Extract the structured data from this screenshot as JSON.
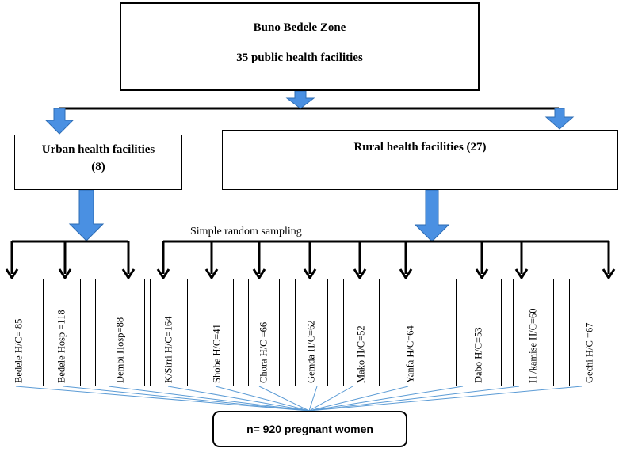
{
  "zone": {
    "title": "Buno Bedele Zone",
    "subtitle": "35 public health facilities"
  },
  "urban": {
    "title": "Urban health facilities",
    "count": "(8)"
  },
  "rural": {
    "title": "Rural health facilities (27)"
  },
  "sampling_label": "Simple random sampling",
  "facilities": [
    "Bedele H/C= 85",
    "Bedele Hosp =118",
    "Dembi Hosp=88",
    "K/Sirri H/C=164",
    "Shobe H/C=41",
    "Chora  H/C =66",
    "Gemda H/C=62",
    "Mako H/C=52",
    "Yanfa H/C=64",
    "Dabo H/C=53",
    "H /kamise H/C=60",
    "Gechi  H/C =67"
  ],
  "result": "n= 920 pregnant women",
  "colors": {
    "arrow_fill": "#4a90e2",
    "arrow_stroke": "#2e6db4",
    "lines": "#000000",
    "convergence_lines": "#5b9bd5"
  }
}
